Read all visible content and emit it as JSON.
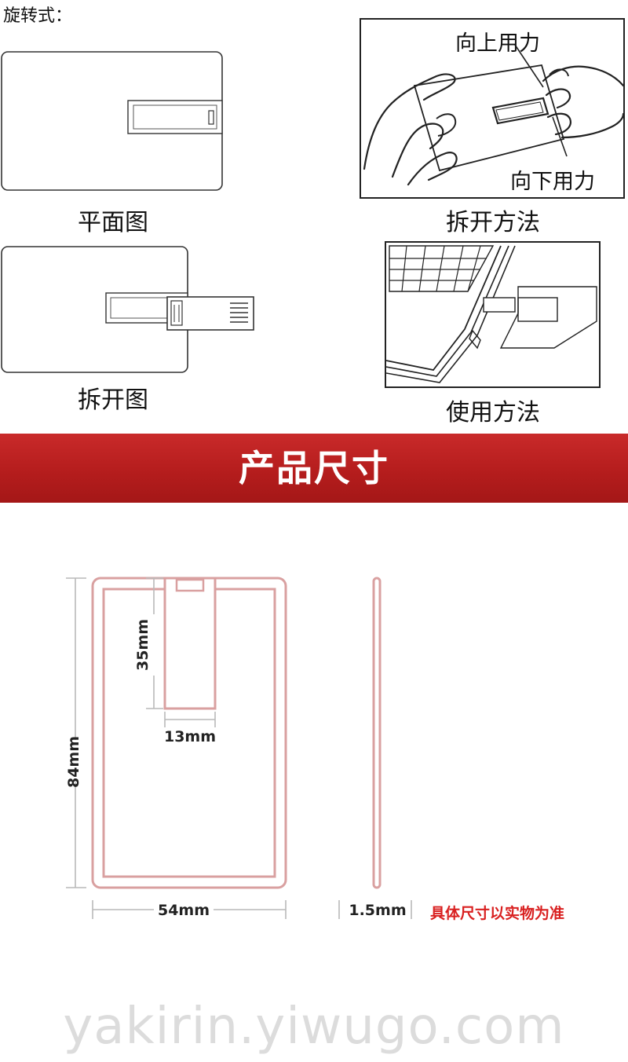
{
  "header": {
    "title": "旋转式："
  },
  "captions": {
    "plan_view": "平面图",
    "disassembly_method": "拆开方法",
    "opened_view": "拆开图",
    "usage_method": "使用方法"
  },
  "disassembly_labels": {
    "push_up": "向上用力",
    "push_down": "向下用力"
  },
  "banner": {
    "title": "产品尺寸"
  },
  "dimensions": {
    "height": "84mm",
    "width": "54mm",
    "connector_length": "35mm",
    "connector_width": "13mm",
    "thickness": "1.5mm"
  },
  "note": "具体尺寸以实物为准",
  "watermark": "yakirin.yiwugo.com",
  "colors": {
    "banner_red": "#b51d1d",
    "note_red": "#d92020",
    "outline_pink": "#d9a0a0"
  }
}
